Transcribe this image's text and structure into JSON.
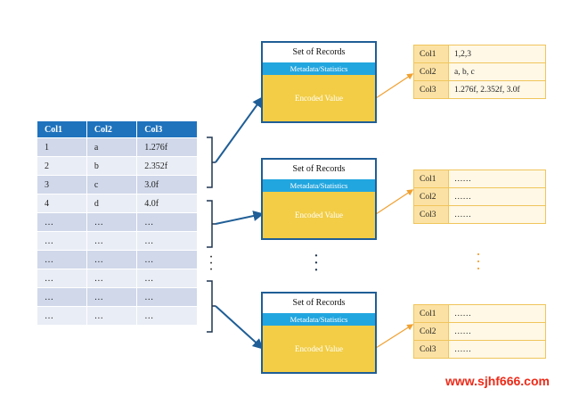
{
  "source_table": {
    "headers": [
      "Col1",
      "Col2",
      "Col3"
    ],
    "rows": [
      [
        "1",
        "a",
        "1.276f"
      ],
      [
        "2",
        "b",
        "2.352f"
      ],
      [
        "3",
        "c",
        "3.0f"
      ],
      [
        "4",
        "d",
        "4.0f"
      ],
      [
        "…",
        "…",
        "…"
      ],
      [
        "…",
        "…",
        "…"
      ],
      [
        "…",
        "…",
        "…"
      ],
      [
        "…",
        "…",
        "…"
      ],
      [
        "…",
        "…",
        "…"
      ],
      [
        "…",
        "…",
        "…"
      ]
    ]
  },
  "blocks": [
    {
      "title": "Set of Records",
      "metadata": "Metadata/Statistics",
      "encoded": "Encoded Value"
    },
    {
      "title": "Set of Records",
      "metadata": "Metadata/Statistics",
      "encoded": "Encoded Value"
    },
    {
      "title": "Set of Records",
      "metadata": "Metadata/Statistics",
      "encoded": "Encoded Value"
    }
  ],
  "column_tables": [
    {
      "rows": [
        [
          "Col1",
          "1,2,3"
        ],
        [
          "Col2",
          "a, b, c"
        ],
        [
          "Col3",
          "1.276f, 2.352f, 3.0f"
        ]
      ]
    },
    {
      "rows": [
        [
          "Col1",
          "……"
        ],
        [
          "Col2",
          "……"
        ],
        [
          "Col3",
          "……"
        ]
      ]
    },
    {
      "rows": [
        [
          "Col1",
          "……"
        ],
        [
          "Col2",
          "……"
        ],
        [
          "Col3",
          "……"
        ]
      ]
    }
  ],
  "colors": {
    "header_blue": "#1f73bd",
    "block_border": "#1f5e96",
    "metadata_cyan": "#22a6df",
    "encoded_yellow": "#f2cd45",
    "connector_orange": "#f0a030",
    "watermark_red": "#ee2a18"
  },
  "watermark": "www.sjhf666.com"
}
